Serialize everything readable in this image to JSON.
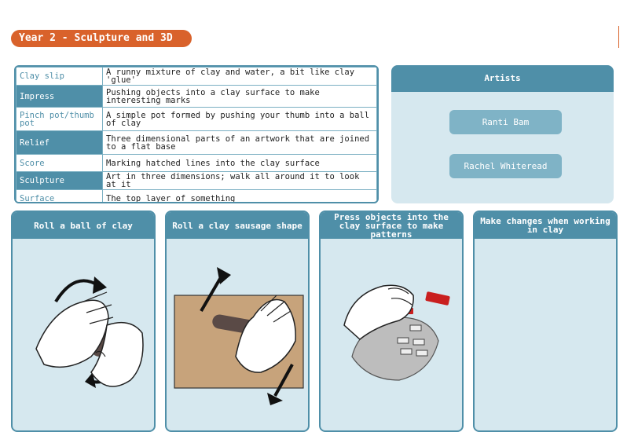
{
  "header": {
    "title": "Year 2 - Sculpture and 3D"
  },
  "vocabulary": [
    {
      "term": "Clay slip",
      "definition": "A runny mixture of clay and water, a bit like clay 'glue'"
    },
    {
      "term": "Impress",
      "definition": "Pushing objects into a clay surface to make interesting marks"
    },
    {
      "term": "Pinch pot/thumb pot",
      "definition": "A simple pot formed by pushing your thumb into a ball of clay"
    },
    {
      "term": "Relief",
      "definition": "Three dimensional parts of an artwork that are joined to a flat base"
    },
    {
      "term": "Score",
      "definition": "Marking hatched lines into the clay surface"
    },
    {
      "term": "Sculpture",
      "definition": "Art in three dimensions; walk all around it to look at it"
    },
    {
      "term": "Surface",
      "definition": "The top layer of something"
    }
  ],
  "artists": {
    "heading": "Artists",
    "names": [
      "Ranti Bam",
      "Rachel Whiteread"
    ]
  },
  "panels": [
    {
      "title": "Roll a ball of clay",
      "illustration": "hands-rolling-clay-ball"
    },
    {
      "title": "Roll a clay sausage shape",
      "illustration": "hand-rolling-clay-sausage"
    },
    {
      "title": "Press objects into the clay surface to make patterns",
      "illustration": "hand-pressing-brick-into-clay"
    },
    {
      "title": "Make changes when working in clay",
      "illustration": ""
    }
  ],
  "colors": {
    "accent": "#d9622b",
    "primary": "#4f8fa8",
    "panel_bg": "#d6e8ef",
    "button": "#7fb3c6"
  }
}
